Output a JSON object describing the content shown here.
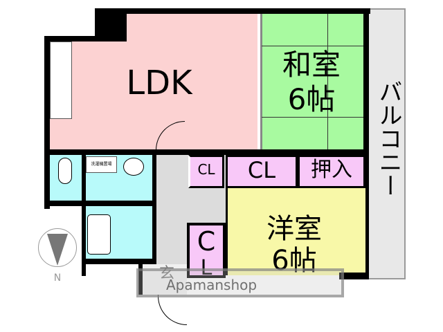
{
  "rooms": {
    "ldk": "LDK",
    "washitsu_name": "和室",
    "washitsu_size": "6帖",
    "youshitsu_name": "洋室",
    "youshitsu_size": "6帖",
    "balcony": "バルコニー",
    "closet_small": "CL",
    "closet_large": "CL",
    "oshiire": "押入",
    "closet_vertical_c": "C",
    "closet_vertical_l": "L",
    "entrance": "玄",
    "washer": "洗濯機置場"
  },
  "compass": {
    "north_label": "N"
  },
  "watermark": "Apamanshop",
  "colors": {
    "ldk": "#fcd2d2",
    "washitsu": "#a8faa0",
    "youshitsu": "#f8f8a8",
    "wet": "#b8fafa",
    "closet": "#f8c8f8",
    "hall": "#dcdcdc",
    "balcony": "#e8e8e8"
  }
}
